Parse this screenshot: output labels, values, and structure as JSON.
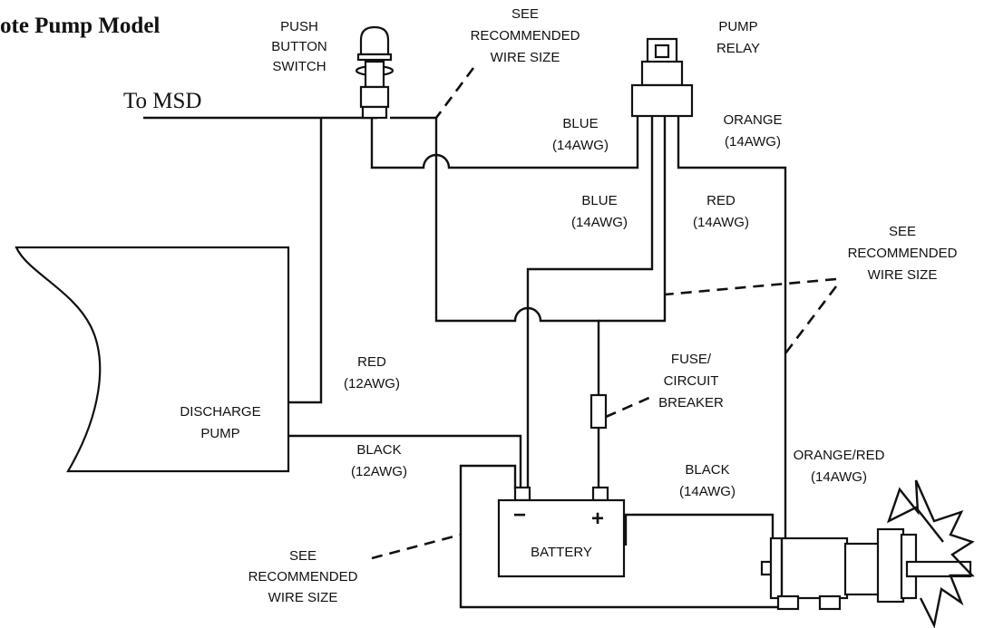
{
  "title": "ote Pump Model",
  "to_msd": "To MSD",
  "labels": {
    "push_button_switch": [
      "PUSH",
      "BUTTON",
      "SWITCH"
    ],
    "see_recommended_top": [
      "SEE",
      "RECOMMENDED",
      "WIRE SIZE"
    ],
    "pump_relay": [
      "PUMP",
      "RELAY"
    ],
    "blue_top": [
      "BLUE",
      "(14AWG)"
    ],
    "orange_top": [
      "ORANGE",
      "(14AWG)"
    ],
    "blue_mid": [
      "BLUE",
      "(14AWG)"
    ],
    "red_mid": [
      "RED",
      "(14AWG)"
    ],
    "see_recommended_right": [
      "SEE",
      "RECOMMENDED",
      "WIRE SIZE"
    ],
    "red_12": [
      "RED",
      "(12AWG)"
    ],
    "fuse": [
      "FUSE/",
      "CIRCUIT",
      "BREAKER"
    ],
    "discharge_pump": [
      "DISCHARGE",
      "PUMP"
    ],
    "black_12": [
      "BLACK",
      "(12AWG)"
    ],
    "black_14": [
      "BLACK",
      "(14AWG)"
    ],
    "orange_red": [
      "ORANGE/RED",
      "(14AWG)"
    ],
    "see_recommended_bottom": [
      "SEE",
      "RECOMMENDED",
      "WIRE SIZE"
    ],
    "battery": "BATTERY"
  },
  "battery_terminals": {
    "negative": "−",
    "positive": "+"
  }
}
